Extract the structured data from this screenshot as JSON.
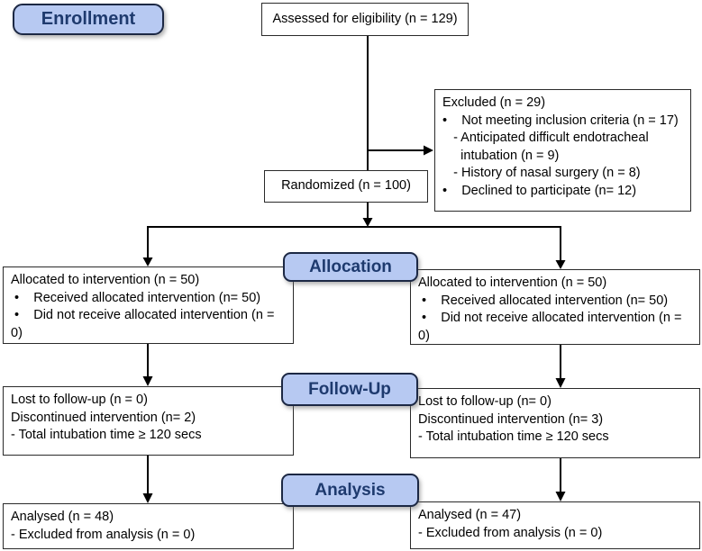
{
  "colors": {
    "label_fill": "#b7c9f2",
    "label_border": "#1c2844",
    "label_text": "#1e3a6e",
    "box_border": "#2a2a2a",
    "connector": "#000000"
  },
  "stage_labels": {
    "enrollment": "Enrollment",
    "allocation": "Allocation",
    "follow_up": "Follow-Up",
    "analysis": "Analysis"
  },
  "boxes": {
    "assessed": {
      "text": "Assessed for eligibility (n = 129)"
    },
    "excluded": {
      "lines": [
        "Excluded (n = 29)",
        "•    Not meeting inclusion criteria (n = 17)",
        "   - Anticipated difficult endotracheal",
        "     intubation (n = 9)",
        "   - History of nasal surgery (n = 8)",
        "•    Declined to participate (n= 12)"
      ]
    },
    "randomized": {
      "text": "Randomized (n = 100)"
    },
    "allocation_left": {
      "lines": [
        "Allocated to intervention (n = 50)",
        " •    Received allocated intervention (n= 50)",
        " •    Did not receive allocated intervention (n = 0)"
      ]
    },
    "allocation_right": {
      "lines": [
        "Allocated to intervention (n = 50)",
        " •    Received allocated intervention (n= 50)",
        " •    Did not receive allocated intervention (n = 0)"
      ]
    },
    "follow_up_left": {
      "lines": [
        "Lost to follow-up (n = 0)",
        "Discontinued intervention (n= 2)",
        "- Total intubation time ≥ 120 secs"
      ]
    },
    "follow_up_right": {
      "lines": [
        "Lost to follow-up (n= 0)",
        "Discontinued intervention (n= 3)",
        "- Total intubation time ≥ 120 secs"
      ]
    },
    "analysis_left": {
      "lines": [
        "Analysed (n = 48)",
        "- Excluded from analysis (n = 0)"
      ]
    },
    "analysis_right": {
      "lines": [
        "Analysed (n = 47)",
        "- Excluded from analysis (n = 0)"
      ]
    }
  }
}
